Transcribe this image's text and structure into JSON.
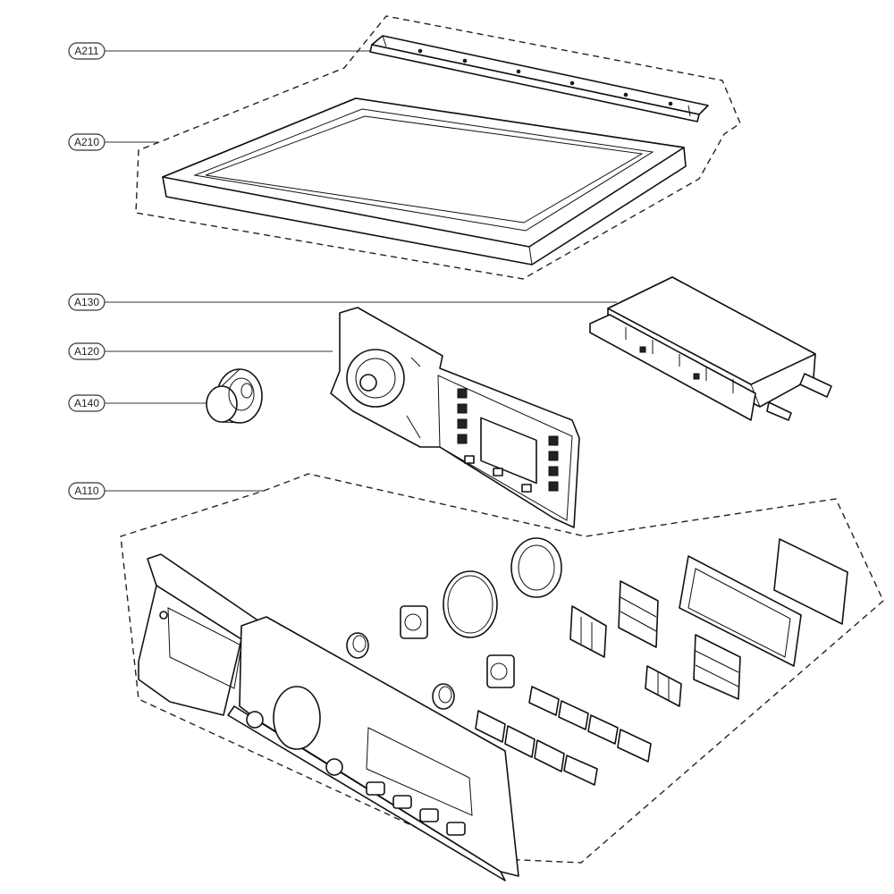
{
  "callouts": [
    {
      "id": "A211"
    },
    {
      "id": "A210"
    },
    {
      "id": "A130"
    },
    {
      "id": "A120"
    },
    {
      "id": "A140"
    },
    {
      "id": "A110"
    }
  ]
}
